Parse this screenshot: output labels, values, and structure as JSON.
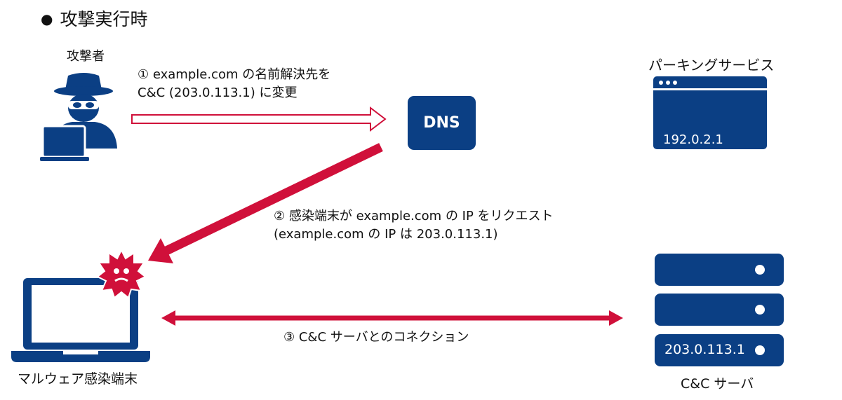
{
  "heading": {
    "bullet": "●",
    "text": "攻撃実行時"
  },
  "attacker": {
    "label": "攻撃者"
  },
  "dns": {
    "label": "DNS"
  },
  "parking": {
    "label": "パーキングサービス",
    "ip": "192.0.2.1"
  },
  "infected": {
    "label": "マルウェア感染端末"
  },
  "cc_server": {
    "label": "C&C サーバ",
    "ip": "203.0.113.1"
  },
  "steps": {
    "step1_line1": "① example.com の名前解決先を",
    "step1_line2": "C&C (203.0.113.1) に変更",
    "step2_line1": "② 感染端末が example.com の IP をリクエスト",
    "step2_line2": "(example.com の IP は 203.0.113.1)",
    "step3": "③ C&C サーバとのコネクション"
  },
  "icons": {
    "attacker": "hacker-icon",
    "dns": "dns-box-icon",
    "browser": "browser-window-icon",
    "laptop": "laptop-icon",
    "malware": "virus-icon",
    "server": "server-rack-icon"
  },
  "colors": {
    "navy": "#0b3f84",
    "red": "#d0103a",
    "white": "#ffffff"
  }
}
